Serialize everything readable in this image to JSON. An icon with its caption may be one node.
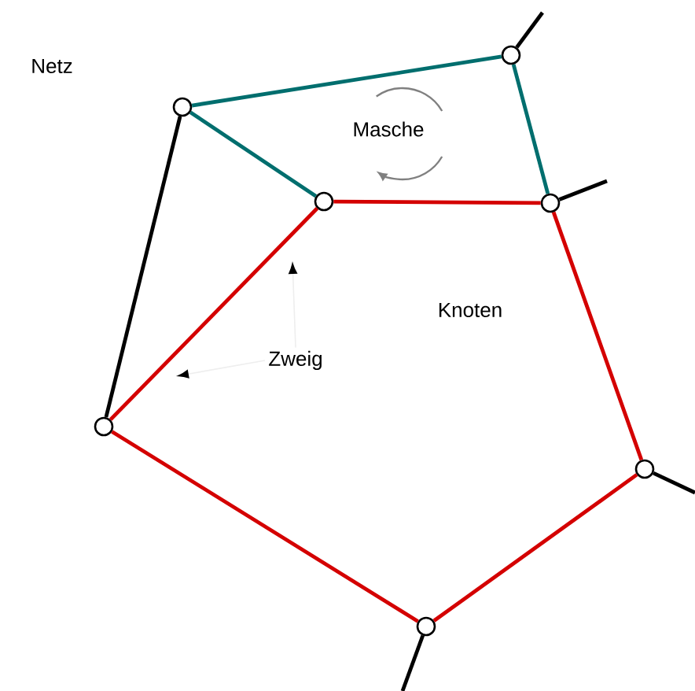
{
  "diagram": {
    "nodes": [
      {
        "text": [],
        "shape": "circle"
      },
      {
        "text": [],
        "shape": "circle"
      },
      {
        "text": [],
        "shape": "circle"
      },
      {
        "text": [],
        "shape": "circle"
      },
      {
        "text": [],
        "shape": "circle"
      },
      {
        "text": [],
        "shape": "circle"
      },
      {
        "text": [],
        "shape": "circle"
      },
      {
        "text": [
          "Zweig"
        ]
      }
    ],
    "edges": [
      {
        "from": 0,
        "to": 1,
        "arrow": "none",
        "color": "#006e6e"
      },
      {
        "from": 1,
        "to": 3,
        "arrow": "none",
        "color": "#006e6e"
      },
      {
        "from": 0,
        "to": 2,
        "arrow": "none",
        "color": "#006e6e"
      },
      {
        "from": 2,
        "to": 3,
        "arrow": "none",
        "color": "#d40000"
      },
      {
        "from": 2,
        "to": 4,
        "arrow": "none",
        "color": "#d40000"
      },
      {
        "from": 4,
        "to": 6,
        "arrow": "none",
        "color": "#d40000"
      },
      {
        "from": 6,
        "to": 5,
        "arrow": "none",
        "color": "#d40000"
      },
      {
        "from": 5,
        "to": 3,
        "arrow": "none",
        "color": "#d40000"
      },
      {
        "from": 0,
        "to": 4,
        "arrow": "none",
        "color": "#000000"
      },
      {
        "from": 1,
        "to": null,
        "arrow": "none",
        "color": "#000000"
      },
      {
        "from": 3,
        "to": null,
        "arrow": "none",
        "color": "#000000"
      },
      {
        "from": 5,
        "to": null,
        "arrow": "none",
        "color": "#000000"
      },
      {
        "from": 6,
        "to": null,
        "arrow": "none",
        "color": "#000000"
      },
      {
        "from": 7,
        "to": null,
        "arrow": "to",
        "color": "#eeeeee"
      },
      {
        "from": 7,
        "to": null,
        "arrow": "to",
        "color": "#eeeeee"
      }
    ],
    "labels": [
      "Netz",
      "Masche",
      "Knoten"
    ]
  }
}
